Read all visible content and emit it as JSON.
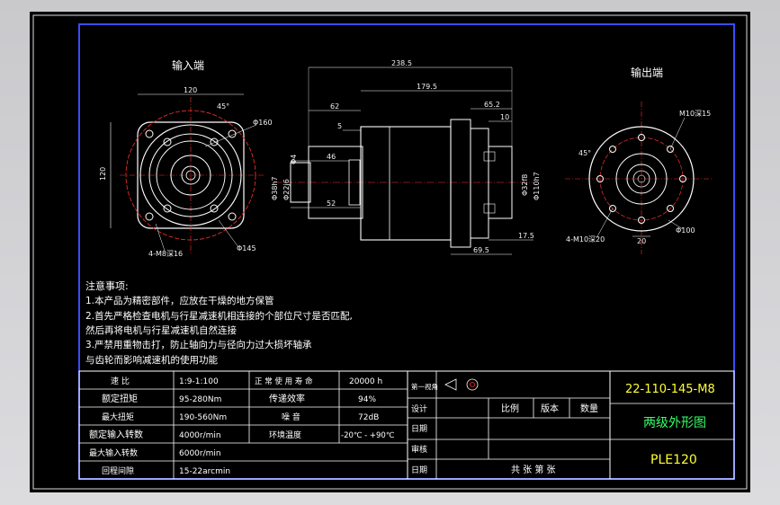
{
  "views": {
    "input_end_label": "输入端",
    "output_end_label": "输出端"
  },
  "dims": {
    "input_width": "120",
    "input_height": "120",
    "input_angle": "45°",
    "input_d160": "Φ160",
    "input_d145": "Φ145",
    "input_holes": "4-M8深16",
    "total_len": "238.5",
    "body_len": "179.5",
    "len62": "62",
    "len5": "5",
    "len46": "46",
    "len52": "52",
    "len65": "65.2",
    "len10": "10",
    "len175": "17.5",
    "len695": "69.5",
    "dia_a": "Φ38h7",
    "dia_b": "Φ22j6",
    "dia_c": "Φ4",
    "dia_d": "Φ32f8",
    "dia_e": "Φ110h7",
    "out_holes_top": "M10深15",
    "out_angle": "45°",
    "out_d100": "Φ100",
    "out_20": "20",
    "out_holes_bottom": "4-M10深20"
  },
  "notes": {
    "title": "注意事项:",
    "line1": "1.本产品为精密部件，应放在干燥的地方保管",
    "line2": "2.首先严格检查电机与行星减速机相连接的个部位尺寸是否匹配,",
    "line3": "然后再将电机与行星减速机自然连接",
    "line4": "3.严禁用重物击打，防止轴向力与径向力过大损坏轴承",
    "line5": "与齿轮而影响减速机的使用功能"
  },
  "spec_table": {
    "rows": [
      {
        "label": "速  比",
        "value": "1:9-1:100",
        "label2": "正 常 使 用 寿 命",
        "value2": "20000  h"
      },
      {
        "label": "额定扭矩",
        "value": "95-280Nm",
        "label2": "传递效率",
        "value2": "94%"
      },
      {
        "label": "最大扭矩",
        "value": "190-560Nm",
        "label2": "噪  音",
        "value2": "72dB"
      },
      {
        "label": "额定输入转数",
        "value": "4000r/min",
        "label2": "环境温度",
        "value2": "-20℃ - +90℃"
      },
      {
        "label": "最大输入转数",
        "value": "6000r/min",
        "label2": "",
        "value2": ""
      },
      {
        "label": "回程间隙",
        "value": "15-22arcmin",
        "label2": "",
        "value2": ""
      }
    ]
  },
  "title_block": {
    "projection": "第一视角",
    "design": "设计",
    "scale": "比例",
    "version": "版本",
    "quantity": "数量",
    "date": "日期",
    "review": "审核",
    "date2": "日期",
    "sheets": "共  张  第  张",
    "part_number": "22-110-145-M8",
    "drawing_name": "两级外形图",
    "model": "PLE120"
  }
}
